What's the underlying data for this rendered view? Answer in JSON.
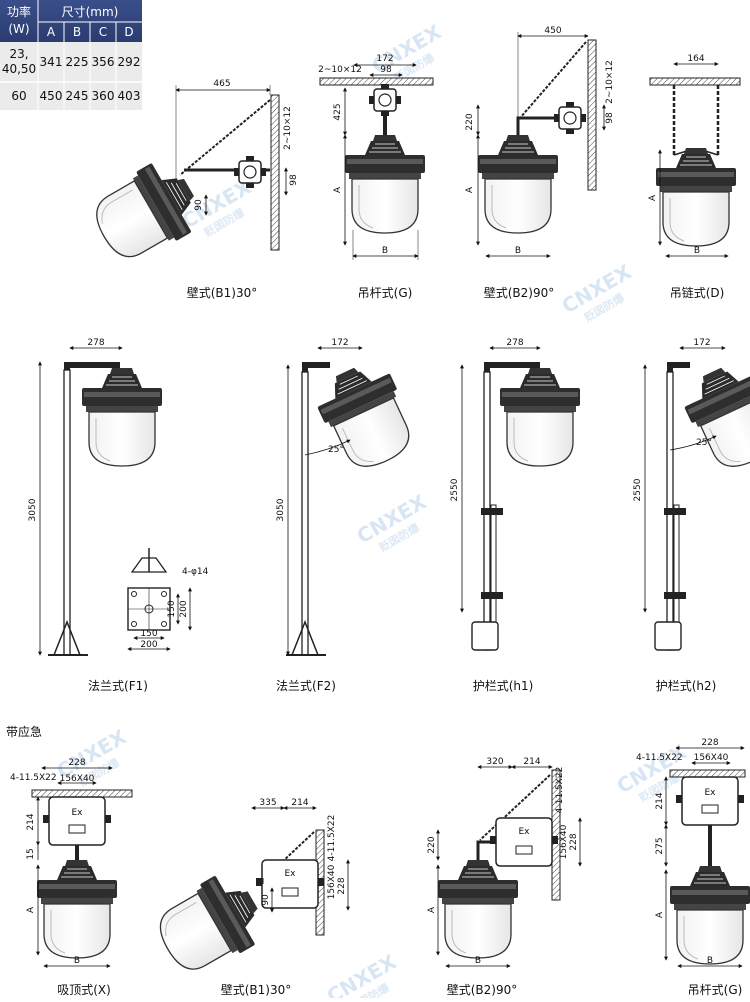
{
  "table": {
    "power_header": "功率",
    "power_unit": "(W)",
    "size_header": "尺寸(mm)",
    "cols": [
      "A",
      "B",
      "C",
      "D"
    ],
    "rows": [
      {
        "power_l1": "23,",
        "power_l2": "40,50",
        "values": [
          "341",
          "225",
          "356",
          "292"
        ]
      },
      {
        "power_l1": "60",
        "power_l2": "",
        "values": [
          "450",
          "245",
          "360",
          "403"
        ]
      }
    ]
  },
  "watermark": {
    "brand": "CNXEX",
    "sub": "贬図防爆"
  },
  "section_emergency": "带应急",
  "captions": {
    "b1": "壁式(B1)30°",
    "g": "吊杆式(G)",
    "b2": "壁式(B2)90°",
    "d": "吊链式(D)",
    "f1": "法兰式(F1)",
    "f2": "法兰式(F2)",
    "h1": "护栏式(h1)",
    "h2": "护栏式(h2)",
    "ex": "吸顶式(X)",
    "eb1": "壁式(B1)30°",
    "eb2": "壁式(B2)90°",
    "eg": "吊杆式(G)"
  },
  "dims": {
    "b1_465": "465",
    "b1_2x10": "2~10×12",
    "b1_98": "98",
    "b1_90": "90",
    "g_172": "172",
    "g_98": "98",
    "g_2x10": "2~10×12",
    "g_425": "425",
    "g_A": "A",
    "g_B": "B",
    "b2_450": "450",
    "b2_2x10": "2~10×12",
    "b2_220": "220",
    "b2_98": "98",
    "b2_A": "A",
    "b2_B": "B",
    "d_164": "164",
    "d_A": "A",
    "d_B": "B",
    "f1_278": "278",
    "f1_3050": "3050",
    "f1_hole": "4-φ14",
    "f1_150v": "150",
    "f1_200v": "200",
    "f1_150h": "150",
    "f1_200h": "200",
    "f2_172": "172",
    "f2_25": "25°",
    "f2_3050": "3050",
    "h1_278": "278",
    "h1_2550": "2550",
    "h2_172": "172",
    "h2_25": "25°",
    "h2_2550": "2550",
    "ex_228": "228",
    "ex_hole": "4-11.5X22",
    "ex_box": "156X40",
    "ex_214": "214",
    "ex_15": "15",
    "ex_A": "A",
    "ex_B": "B",
    "ex_Ex": "Ex",
    "eb1_335": "335",
    "eb1_214": "214",
    "eb1_hole": "4-11.5X22",
    "eb1_box": "156X40",
    "eb1_228": "228",
    "eb1_90": "90",
    "eb1_Ex": "Ex",
    "eb2_320": "320",
    "eb2_214": "214",
    "eb2_hole": "4-11.5X22",
    "eb2_box": "156X40",
    "eb2_228": "228",
    "eb2_220": "220",
    "eb2_A": "A",
    "eb2_B": "B",
    "eb2_Ex": "Ex",
    "eg_228": "228",
    "eg_hole": "4-11.5X22",
    "eg_box": "156X40",
    "eg_214": "214",
    "eg_275": "275",
    "eg_A": "A",
    "eg_B": "B",
    "eg_Ex": "Ex"
  }
}
